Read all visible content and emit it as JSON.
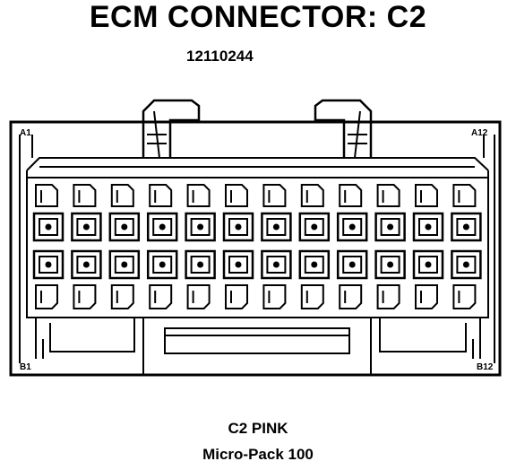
{
  "title": "ECM CONNECTOR: C2",
  "part_number": "12110244",
  "pin_labels": {
    "a1": "A1",
    "a12": "A12",
    "b1": "B1",
    "b12": "B12"
  },
  "connector_color": "C2 PINK",
  "connector_type": "Micro-Pack 100",
  "cavities_per_row": 12
}
